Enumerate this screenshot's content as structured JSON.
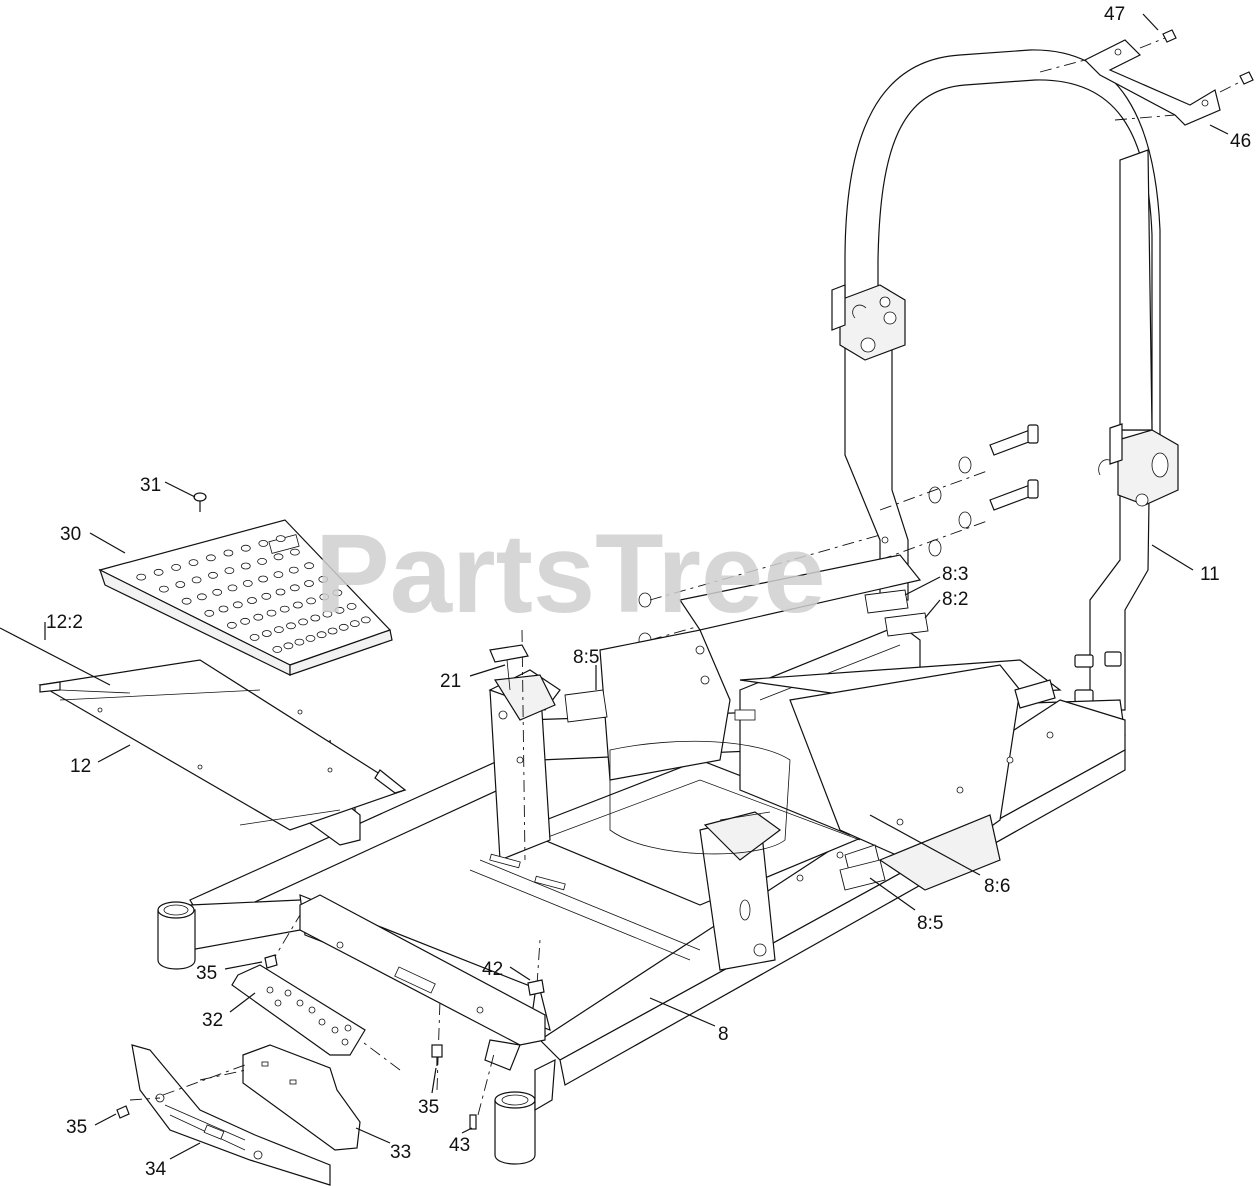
{
  "watermark": "PartsTree",
  "callouts": [
    {
      "id": "47",
      "text": "47"
    },
    {
      "id": "46",
      "text": "46"
    },
    {
      "id": "31",
      "text": "31"
    },
    {
      "id": "30",
      "text": "30"
    },
    {
      "id": "12_2",
      "text": "12:2"
    },
    {
      "id": "12",
      "text": "12"
    },
    {
      "id": "21",
      "text": "21"
    },
    {
      "id": "8_5_top",
      "text": "8:5"
    },
    {
      "id": "8_3",
      "text": "8:3"
    },
    {
      "id": "8_2",
      "text": "8:2"
    },
    {
      "id": "11",
      "text": "11"
    },
    {
      "id": "8_6",
      "text": "8:6"
    },
    {
      "id": "8_5_bottom",
      "text": "8:5"
    },
    {
      "id": "8",
      "text": "8"
    },
    {
      "id": "42",
      "text": "42"
    },
    {
      "id": "35_a",
      "text": "35"
    },
    {
      "id": "32",
      "text": "32"
    },
    {
      "id": "35_b",
      "text": "35"
    },
    {
      "id": "35_c",
      "text": "35"
    },
    {
      "id": "33",
      "text": "33"
    },
    {
      "id": "43",
      "text": "43"
    },
    {
      "id": "34",
      "text": "34"
    }
  ]
}
